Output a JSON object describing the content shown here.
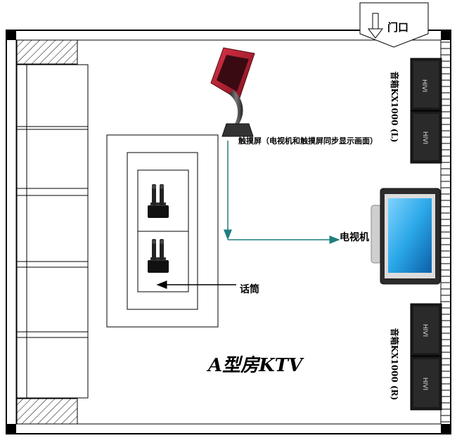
{
  "diagram": {
    "title": "A型房KTV",
    "door_label": "门口",
    "touchscreen_label": "触摸屏（电视机和触摸屏同步显示画面）",
    "tv_label": "电视机",
    "mic_label": "话筒",
    "speaker_brand": "HIVI",
    "speaker_top_label": "音箱KX1000 (L)",
    "speaker_bottom_label": "音箱KX1000 (R)",
    "colors": {
      "wall": "#000000",
      "arrow_teal": "#1f7f7f",
      "screen_blue": "#2aa7e8",
      "kiosk_red": "#b0182a",
      "speaker_dark": "#1a1a1a"
    }
  }
}
